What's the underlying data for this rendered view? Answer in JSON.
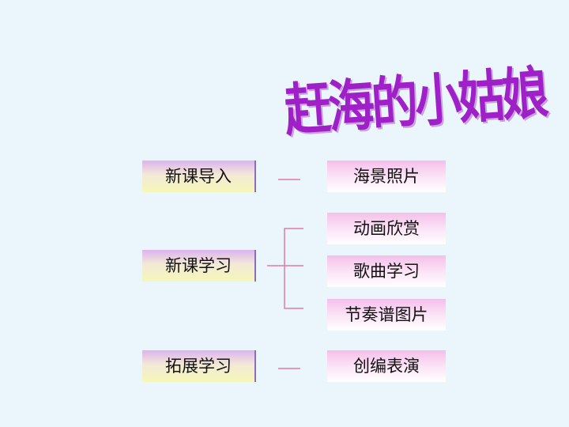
{
  "slide": {
    "title": "赶海的小姑娘",
    "sections": [
      {
        "label": "新课导入",
        "items": [
          "海景照片"
        ]
      },
      {
        "label": "新课学习",
        "items": [
          "动画欣赏",
          "歌曲学习",
          "节奏谱图片"
        ]
      },
      {
        "label": "拓展学习",
        "items": [
          "创编表演"
        ]
      }
    ]
  },
  "colors": {
    "background": "#eaf6fc",
    "title": "#a020c8",
    "connector": "#e07aa4"
  }
}
